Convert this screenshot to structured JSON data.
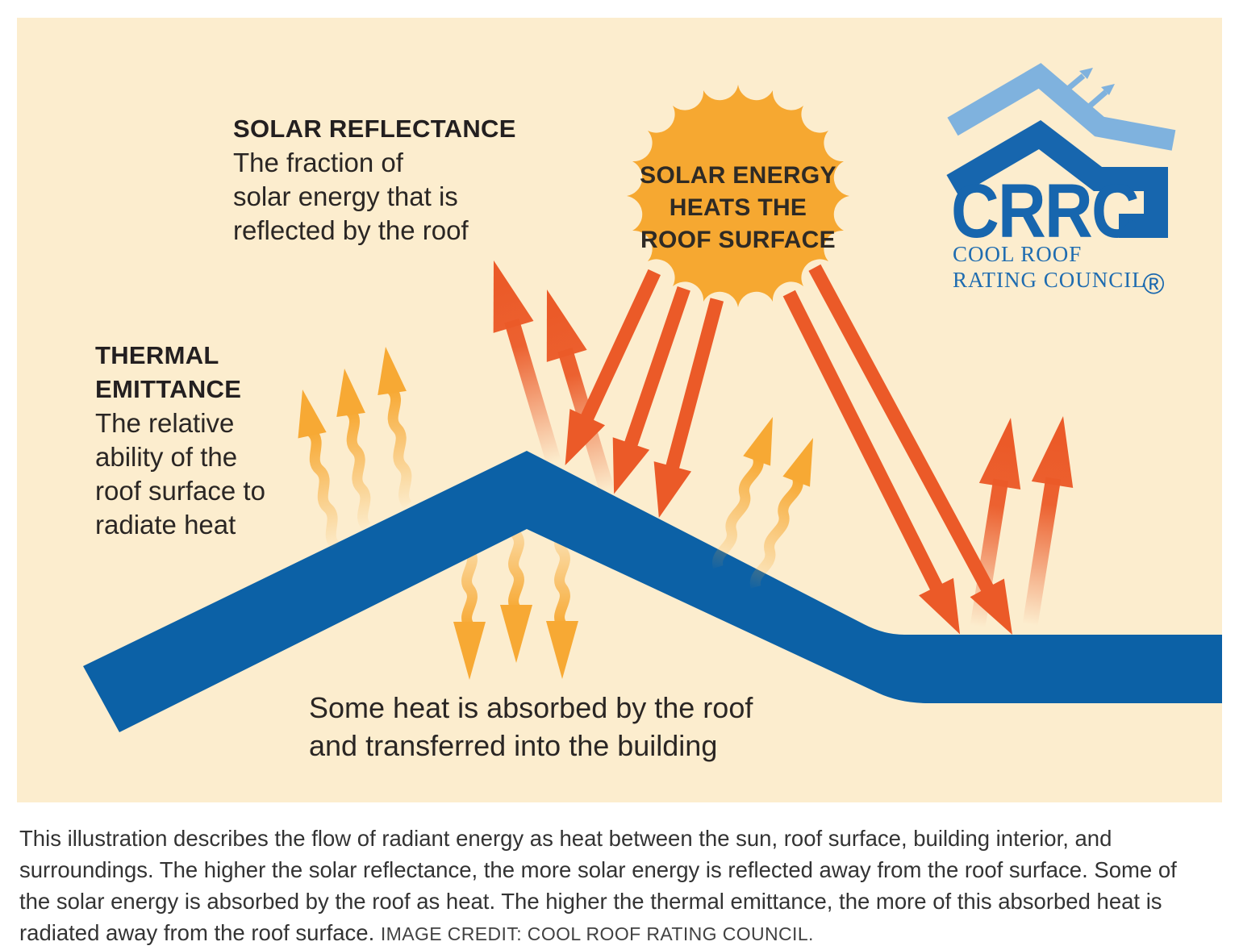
{
  "labels": {
    "solar_reflectance": {
      "heading": "SOLAR REFLECTANCE",
      "lines": [
        "The fraction of",
        "solar energy that is",
        "reflected by the roof"
      ]
    },
    "thermal_emittance": {
      "heading_lines": [
        "THERMAL",
        "EMITTANCE"
      ],
      "lines": [
        "The relative",
        "ability of the",
        "roof surface to",
        "radiate heat"
      ]
    },
    "sun": {
      "lines": [
        "SOLAR ENERGY",
        "HEATS THE",
        "ROOF SURFACE"
      ]
    },
    "absorbed": {
      "lines": [
        "Some heat is absorbed by the roof",
        "and transferred into the building"
      ]
    }
  },
  "logo": {
    "acronym": "CRRC",
    "name_lines": [
      "COOL ROOF",
      "RATING COUNCIL"
    ],
    "registered": "®"
  },
  "caption": {
    "lines": [
      "This illustration describes the flow of radiant energy as heat between the sun, roof surface, building interior, and",
      "surroundings. The higher the solar reflectance, the more solar energy is reflected away from the roof surface. Some of",
      "the solar energy is absorbed by the roof as heat. The higher the thermal emittance, the more of this absorbed heat is"
    ],
    "line4": "radiated away from the roof surface. ",
    "credit": "IMAGE CREDIT: COOL ROOF RATING COUNCIL."
  },
  "colors": {
    "panel_cream": "#FCEDCE",
    "roof_blue": "#0C61A6",
    "sun_orange": "#F6A831",
    "ray_red": "#EB5A28",
    "wavy_orange": "#F7A934",
    "logo_blue": "#1766AE",
    "logo_light_blue": "#7FB2DE",
    "text_dark": "#2A2624"
  }
}
